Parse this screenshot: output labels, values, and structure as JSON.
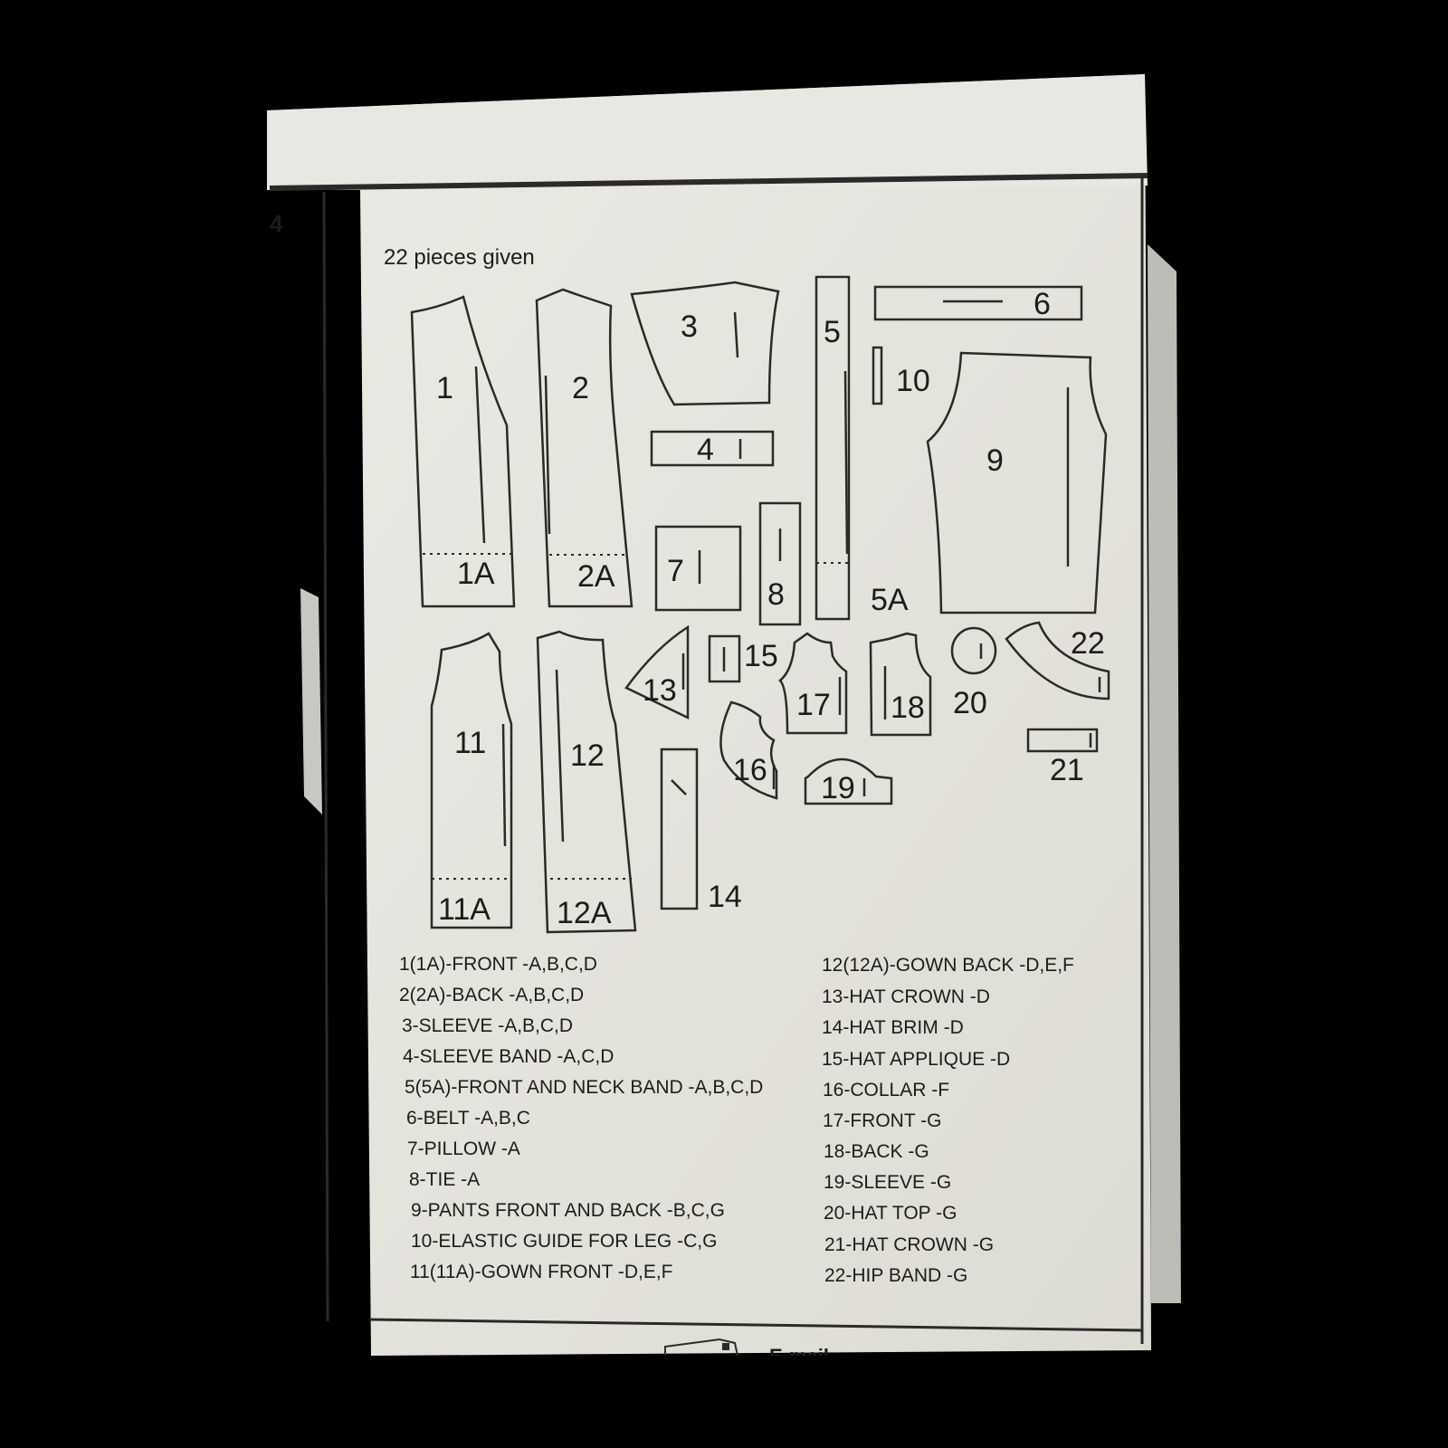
{
  "page_corner_number": "4",
  "pieces_given": "22 pieces given",
  "piece_labels": {
    "p1": "1",
    "p1a": "1A",
    "p2": "2",
    "p2a": "2A",
    "p3": "3",
    "p4": "4",
    "p5": "5",
    "p5a": "5A",
    "p6": "6",
    "p7": "7",
    "p8": "8",
    "p9": "9",
    "p10": "10",
    "p11": "11",
    "p11a": "11A",
    "p12": "12",
    "p12a": "12A",
    "p13": "13",
    "p14": "14",
    "p15": "15",
    "p16": "16",
    "p17": "17",
    "p18": "18",
    "p19": "19",
    "p20": "20",
    "p21": "21",
    "p22": "22"
  },
  "legend_left": [
    "1(1A)-FRONT -A,B,C,D",
    "2(2A)-BACK  -A,B,C,D",
    "3-SLEEVE -A,B,C,D",
    "4-SLEEVE BAND -A,C,D",
    "5(5A)-FRONT AND NECK BAND -A,B,C,D",
    "6-BELT -A,B,C",
    "7-PILLOW -A",
    "8-TIE -A",
    "9-PANTS FRONT AND BACK -B,C,G",
    "10-ELASTIC GUIDE FOR LEG -C,G",
    "11(11A)-GOWN FRONT -D,E,F"
  ],
  "legend_right": [
    "12(12A)-GOWN BACK -D,E,F",
    "13-HAT CROWN -D",
    "14-HAT BRIM -D",
    "15-HAT APPLIQUE -D",
    "16-COLLAR -F",
    "17-FRONT -G",
    "18-BACK -G",
    "19-SLEEVE -G",
    "20-HAT TOP -G",
    "21-HAT CROWN -G",
    "22-HIP BAND -G"
  ],
  "footer_text": "E-mail",
  "colors": {
    "background": "#000000",
    "paper": "#e6e5df",
    "ink": "#2a2a2a"
  }
}
